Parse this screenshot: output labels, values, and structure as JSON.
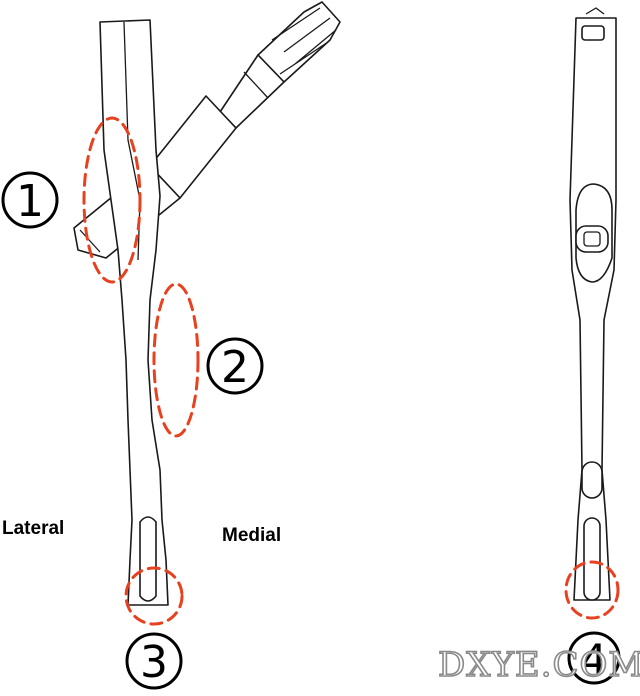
{
  "labels": {
    "lateral": "Lateral",
    "medial": "Medial"
  },
  "callouts": [
    {
      "number": "1"
    },
    {
      "number": "2"
    },
    {
      "number": "3"
    },
    {
      "number": "4"
    }
  ],
  "watermark": "DXYE.COM",
  "colors": {
    "callout": "#e8411f",
    "ink": "#1a1a1a",
    "background": "#ffffff"
  }
}
